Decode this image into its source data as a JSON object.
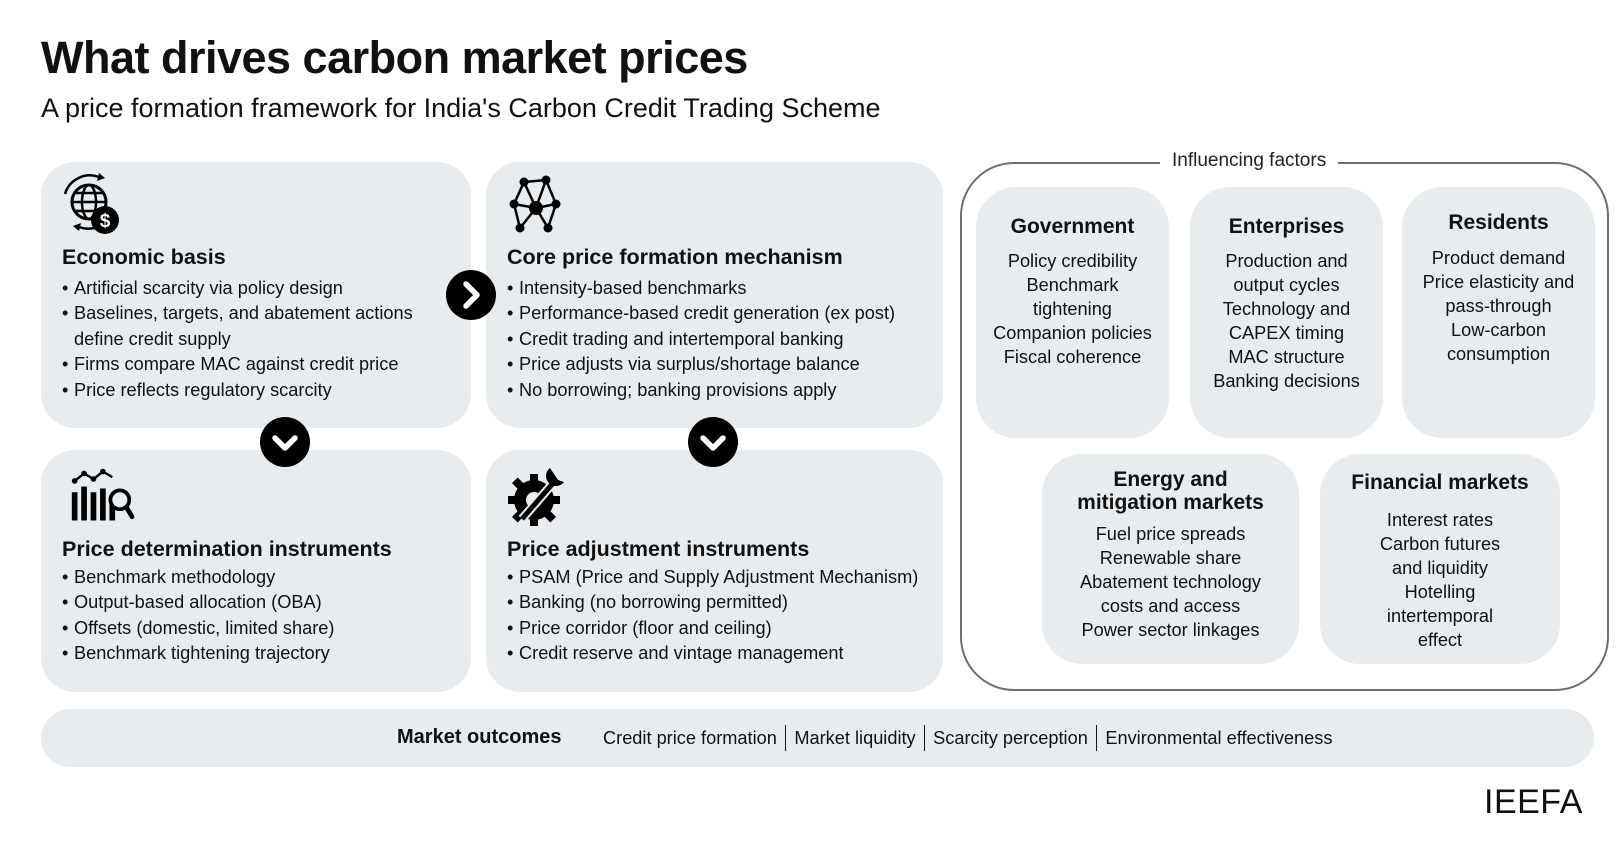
{
  "title": "What drives carbon market prices",
  "subtitle": "A price formation framework for India's Carbon Credit Trading Scheme",
  "blocks": {
    "economic_basis": {
      "icon": "globe-dollar-icon",
      "title": "Economic basis",
      "items": [
        "Artificial scarcity via policy design",
        "Baselines, targets, and abatement actions",
        "define credit supply",
        "Firms compare MAC against credit price",
        "Price reflects regulatory scarcity"
      ]
    },
    "core_mechanism": {
      "icon": "network-nodes-icon",
      "title": "Core price formation mechanism",
      "items": [
        "Intensity-based benchmarks",
        "Performance-based credit generation (ex post)",
        "Credit trading and intertemporal banking",
        "Price adjusts via surplus/shortage balance",
        "No borrowing; banking provisions apply"
      ]
    },
    "determination": {
      "icon": "bar-chart-magnifier-icon",
      "title": "Price determination instruments",
      "items": [
        "Benchmark methodology",
        "Output-based allocation (OBA)",
        "Offsets (domestic, limited share)",
        "Benchmark tightening trajectory"
      ]
    },
    "adjustment": {
      "icon": "gear-wrench-icon",
      "title": "Price adjustment instruments",
      "items": [
        "PSAM (Price and Supply Adjustment Mechanism)",
        "Banking (no borrowing permitted)",
        "Price corridor (floor and ceiling)",
        "Credit reserve and vintage management"
      ]
    }
  },
  "influencing_factors": {
    "label": "Influencing factors",
    "government": {
      "title": "Government",
      "lines": [
        "Policy credibility",
        "Benchmark",
        "tightening",
        "Companion policies",
        "Fiscal coherence"
      ]
    },
    "enterprises": {
      "title": "Enterprises",
      "lines": [
        "Production and",
        "output cycles",
        "Technology and",
        "CAPEX timing",
        "MAC structure",
        "Banking decisions"
      ]
    },
    "residents": {
      "title": "Residents",
      "lines": [
        "Product demand",
        "Price elasticity and",
        "pass-through",
        "Low-carbon",
        "consumption"
      ]
    },
    "energy": {
      "title_line1": "Energy and",
      "title_line2": "mitigation markets",
      "lines": [
        "Fuel price spreads",
        "Renewable share",
        "Abatement technology",
        "costs and access",
        "Power sector linkages"
      ]
    },
    "financial": {
      "title": "Financial markets",
      "lines": [
        "Interest rates",
        "Carbon futures",
        "and liquidity",
        "Hotelling",
        "intertemporal",
        "effect"
      ]
    }
  },
  "outcomes": {
    "label": "Market outcomes",
    "items": [
      "Credit price formation",
      "Market liquidity",
      "Scarcity perception",
      "Environmental effectiveness"
    ]
  },
  "brand": "IEEFA",
  "colors": {
    "card_bg": "#e9ecef",
    "frame": "#6e6e6e",
    "text": "#111111",
    "arrow": "#000000"
  }
}
